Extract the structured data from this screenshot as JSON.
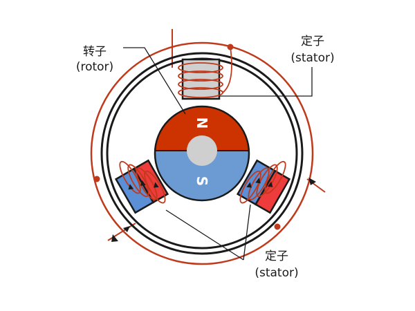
{
  "labels": {
    "rotor_cn": "转子",
    "rotor_en": "(rotor)",
    "stator_top_cn": "定子",
    "stator_top_en": "(stator)",
    "stator_bottom_cn": "定子",
    "stator_bottom_en": "(stator)"
  },
  "poles": {
    "north": "N",
    "south": "S"
  },
  "colors": {
    "wire": "#c0391b",
    "north_pole": "#cc3300",
    "south_pole": "#6b9bd2",
    "shaft": "#cfcfcf",
    "stator_core_top": "#cfcfcf",
    "stator_core_blue": "#5b8fd6",
    "stator_core_red": "#ee3b3b",
    "outline": "#1a1a1a"
  }
}
